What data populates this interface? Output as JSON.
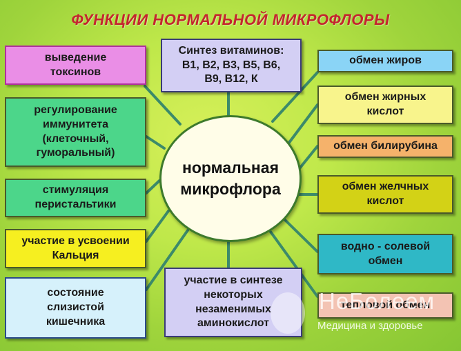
{
  "title": "ФУНКЦИИ НОРМАЛЬНОЙ МИКРОФЛОРЫ",
  "center": "нормальная\nмикрофлора",
  "boxes": {
    "toxins": "выведение\nтоксинов",
    "immunity": "регулирование\nиммунитета\n(клеточный,\nгуморальный)",
    "peristalsis": "стимуляция\nперистальтики",
    "calcium": "участие в усвоении\nКальция",
    "mucosa": "состояние\nслизистой\nкишечника",
    "vitamins": "Синтез витаминов:\nВ1, В2, В3, В5, В6,\nВ9, В12, К",
    "amino": "участие в синтезе\nнекоторых\nнезаменимых\nаминокислот",
    "fats": "обмен жиров",
    "fatty_acids": "обмен жирных\nкислот",
    "bilirubin": "обмен билирубина",
    "bile_acids": "обмен желчных\nкислот",
    "water_salt": "водно - солевой\nобмен",
    "heat": "тепловой обмен"
  },
  "colors": {
    "toxins": "#ea8ee6",
    "immunity": "#4cd68a",
    "peristalsis": "#4cd68a",
    "calcium": "#f6ef20",
    "mucosa": "#d6f1fb",
    "vitamins": "#d3cff4",
    "amino": "#d3cff4",
    "fats": "#8ad4f6",
    "fatty_acids": "#f8f48c",
    "bilirubin": "#f5b26b",
    "bile_acids": "#d3d216",
    "water_salt": "#2fb8c6",
    "heat": "#f3c3b3"
  },
  "watermark": {
    "name": "НеБолеем",
    "tagline": "Медицина и здоровье"
  }
}
